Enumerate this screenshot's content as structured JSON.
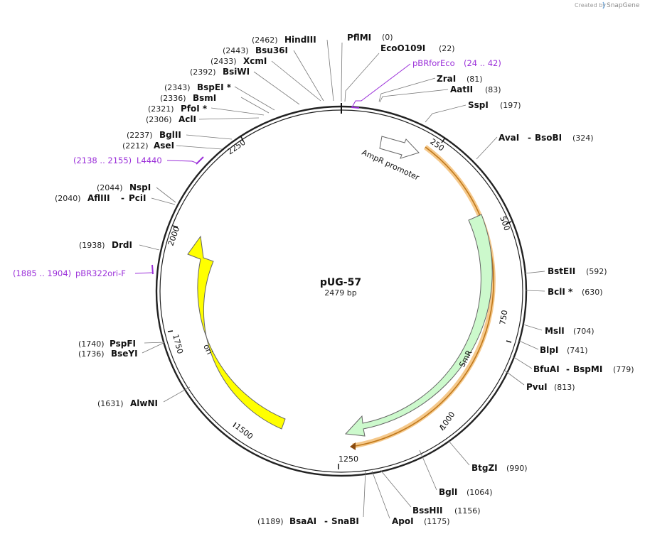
{
  "credit": {
    "created_by": "Created by",
    "brand": "SnapGene"
  },
  "plasmid": {
    "name": "pUG-57",
    "length_label": "2479 bp",
    "length": 2479
  },
  "ring_ticks": [
    "250",
    "500",
    "750",
    "1000",
    "1250",
    "1500",
    "1750",
    "2000",
    "2250"
  ],
  "enzymes": [
    {
      "name": "PflMI",
      "pos": "(0)"
    },
    {
      "name": "EcoO109I",
      "pos": "(22)"
    },
    {
      "name": "ZraI",
      "pos": "(81)"
    },
    {
      "name": "AatII",
      "pos": "(83)"
    },
    {
      "name": "SspI",
      "pos": "(197)"
    },
    {
      "name": "AvaI",
      "name2": "BsoBI",
      "pos": "(324)"
    },
    {
      "name": "BstEII",
      "pos": "(592)"
    },
    {
      "name": "BclI *",
      "pos": "(630)"
    },
    {
      "name": "MslI",
      "pos": "(704)"
    },
    {
      "name": "BlpI",
      "pos": "(741)"
    },
    {
      "name": "BfuAI",
      "name2": "BspMI",
      "pos": "(779)"
    },
    {
      "name": "PvuI",
      "pos": "(813)"
    },
    {
      "name": "BtgZI",
      "pos": "(990)"
    },
    {
      "name": "BglI",
      "pos": "(1064)"
    },
    {
      "name": "BssHII",
      "pos": "(1156)"
    },
    {
      "name": "ApoI",
      "pos": "(1175)"
    },
    {
      "name": "BsaAI",
      "name2": "SnaBI",
      "pos": "(1189)"
    },
    {
      "name": "AlwNI",
      "pos": "(1631)"
    },
    {
      "name": "BseYI",
      "pos": "(1736)"
    },
    {
      "name": "PspFI",
      "pos": "(1740)"
    },
    {
      "name": "DrdI",
      "pos": "(1938)"
    },
    {
      "name": "AflIII",
      "name2": "PciI",
      "pos": "(2040)"
    },
    {
      "name": "NspI",
      "pos": "(2044)"
    },
    {
      "name": "AseI",
      "pos": "(2212)"
    },
    {
      "name": "BglII",
      "pos": "(2237)"
    },
    {
      "name": "AclI",
      "pos": "(2306)"
    },
    {
      "name": "PfoI *",
      "pos": "(2321)"
    },
    {
      "name": "BsmI",
      "pos": "(2336)"
    },
    {
      "name": "BspEI *",
      "pos": "(2343)"
    },
    {
      "name": "BsiWI",
      "pos": "(2392)"
    },
    {
      "name": "XcmI",
      "pos": "(2433)"
    },
    {
      "name": "Bsu36I",
      "pos": "(2443)"
    },
    {
      "name": "HindIII",
      "pos": "(2462)"
    }
  ],
  "primers": [
    {
      "name": "pBRforEco",
      "range": "(24 .. 42)"
    },
    {
      "name": "L4440",
      "range": "(2138 .. 2155)"
    },
    {
      "name": "pBR322ori-F",
      "range": "(1885 .. 1904)"
    }
  ],
  "features": [
    {
      "name": "AmpR promoter",
      "color": "#ffffff"
    },
    {
      "name": "SmR",
      "color": "#ccf9cc"
    },
    {
      "name": "ori",
      "color": "#ffff00"
    }
  ],
  "colors": {
    "primer": "#9b30d9",
    "orf_highlight": "#f5c98c",
    "orf_line": "#c0781a",
    "backbone": "#222222"
  }
}
